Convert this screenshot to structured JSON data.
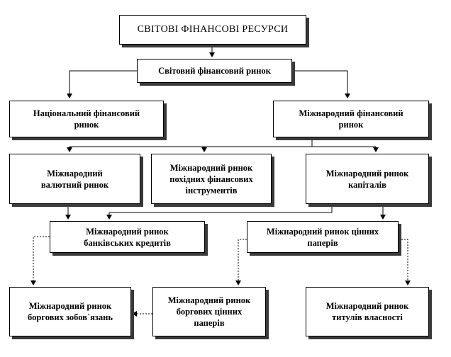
{
  "diagram": {
    "root": "СВІТОВІ ФІНАНСОВІ РЕСУРСИ",
    "world_market": "Світовий фінансовий ринок",
    "national_market": "Національний фінансовий\nринок",
    "international_market": "Міжнародний фінансовий\nринок",
    "currency_market": "Міжнародний\nвалютний ринок",
    "derivatives_market": "Міжнародний ринок\nпохідних фінансових\nінструментів",
    "capital_market": "Міжнародний ринок\nкапіталів",
    "bank_credit_market": "Міжнародний ринок\nбанківських кредитів",
    "securities_market": "Міжнародний ринок цінних\nпаперів",
    "debt_obligations_market": "Міжнародний ринок\nборгових зобов`язань",
    "debt_securities_market": "Міжнародний ринок\nборгових цінних\nпаперів",
    "ownership_titles_market": "Міжнародний ринок\nтитулів власності"
  }
}
